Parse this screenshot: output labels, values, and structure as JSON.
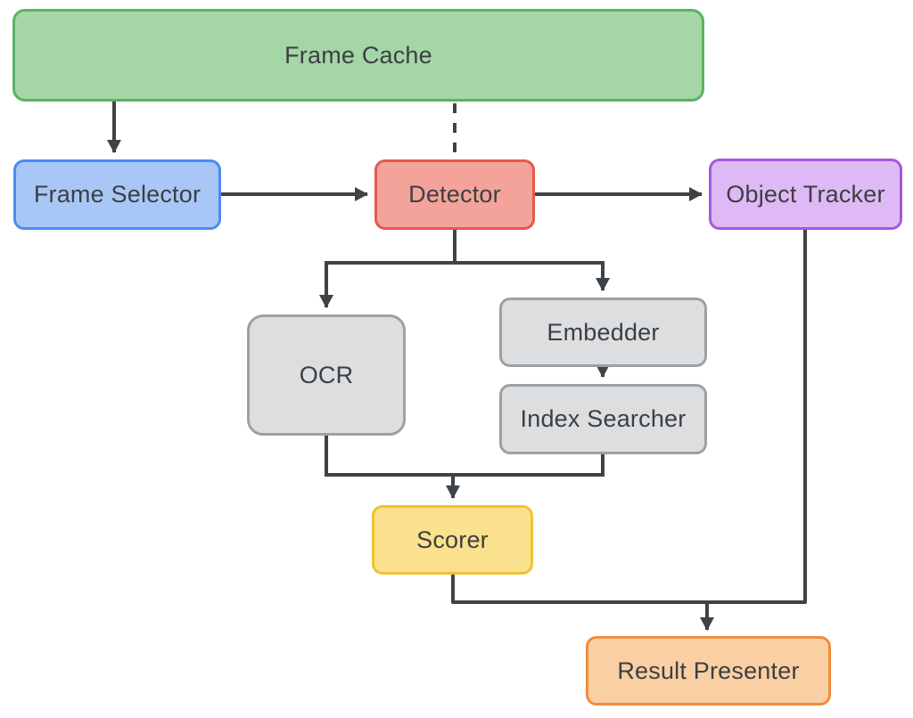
{
  "diagram": {
    "type": "flowchart",
    "background": "#ffffff",
    "line_color": "#3e4347",
    "text_color": "#3c4043"
  },
  "nodes": {
    "frame_cache": {
      "label": "Frame Cache",
      "fill": "#a5d6a7",
      "border": "#5bb261"
    },
    "frame_selector": {
      "label": "Frame Selector",
      "fill": "#a8c7f7",
      "border": "#4a8cf0"
    },
    "detector": {
      "label": "Detector",
      "fill": "#f4a39b",
      "border": "#e25a4e"
    },
    "object_tracker": {
      "label": "Object Tracker",
      "fill": "#deb9f5",
      "border": "#a556e3"
    },
    "ocr": {
      "label": "OCR",
      "fill": "#dcdee0",
      "border": "#9ca1a6"
    },
    "embedder": {
      "label": "Embedder",
      "fill": "#dcdee0",
      "border": "#9ca1a6"
    },
    "index_searcher": {
      "label": "Index Searcher",
      "fill": "#dcdee0",
      "border": "#9ca1a6"
    },
    "scorer": {
      "label": "Scorer",
      "fill": "#fae18d",
      "border": "#f1c232"
    },
    "result_presenter": {
      "label": "Result Presenter",
      "fill": "#fbcfa4",
      "border": "#f18c3b"
    }
  },
  "edges": [
    {
      "from": "frame_cache",
      "to": "frame_selector",
      "style": "solid",
      "arrow": true
    },
    {
      "from": "frame_cache",
      "to": "detector",
      "style": "dashed",
      "arrow": false
    },
    {
      "from": "frame_selector",
      "to": "detector",
      "style": "solid",
      "arrow": true
    },
    {
      "from": "detector",
      "to": "object_tracker",
      "style": "solid",
      "arrow": true
    },
    {
      "from": "detector",
      "to": "ocr",
      "style": "solid",
      "arrow": true
    },
    {
      "from": "detector",
      "to": "embedder",
      "style": "solid",
      "arrow": true
    },
    {
      "from": "embedder",
      "to": "index_searcher",
      "style": "solid",
      "arrow": true
    },
    {
      "from": "ocr",
      "to": "scorer",
      "style": "solid",
      "arrow": true
    },
    {
      "from": "index_searcher",
      "to": "scorer",
      "style": "solid",
      "arrow": true
    },
    {
      "from": "scorer",
      "to": "result_presenter",
      "style": "solid",
      "arrow": true
    },
    {
      "from": "object_tracker",
      "to": "result_presenter",
      "style": "solid",
      "arrow": true
    }
  ]
}
